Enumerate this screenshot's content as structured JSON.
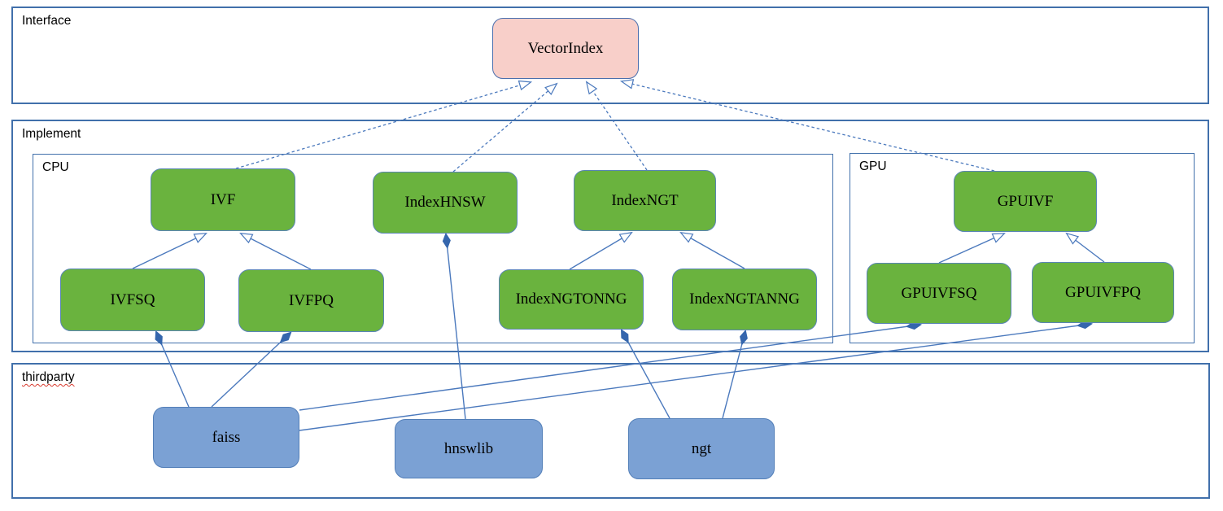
{
  "diagram": {
    "containers": {
      "interface": {
        "label": "Interface"
      },
      "implement": {
        "label": "Implement"
      },
      "cpu": {
        "label": "CPU"
      },
      "gpu": {
        "label": "GPU"
      },
      "thirdparty": {
        "label": "thirdparty"
      }
    },
    "nodes": {
      "vectorindex": {
        "label": "VectorIndex",
        "kind": "interface"
      },
      "ivf": {
        "label": "IVF",
        "kind": "class"
      },
      "indexhnsw": {
        "label": "IndexHNSW",
        "kind": "class"
      },
      "indexngt": {
        "label": "IndexNGT",
        "kind": "class"
      },
      "ivfsq": {
        "label": "IVFSQ",
        "kind": "class"
      },
      "ivfpq": {
        "label": "IVFPQ",
        "kind": "class"
      },
      "indexngtonng": {
        "label": "IndexNGTONNG",
        "kind": "class"
      },
      "indexngtanng": {
        "label": "IndexNGTANNG",
        "kind": "class"
      },
      "gpuivf": {
        "label": "GPUIVF",
        "kind": "class"
      },
      "gpuivfsq": {
        "label": "GPUIVFSQ",
        "kind": "class"
      },
      "gpuivfpq": {
        "label": "GPUIVFPQ",
        "kind": "class"
      },
      "faiss": {
        "label": "faiss",
        "kind": "thirdparty"
      },
      "hnswlib": {
        "label": "hnswlib",
        "kind": "thirdparty"
      },
      "ngt": {
        "label": "ngt",
        "kind": "thirdparty"
      }
    },
    "edges": [
      {
        "from": "IVF",
        "to": "VectorIndex",
        "type": "realization"
      },
      {
        "from": "IndexHNSW",
        "to": "VectorIndex",
        "type": "realization"
      },
      {
        "from": "IndexNGT",
        "to": "VectorIndex",
        "type": "realization"
      },
      {
        "from": "GPUIVF",
        "to": "VectorIndex",
        "type": "realization"
      },
      {
        "from": "IVFSQ",
        "to": "IVF",
        "type": "inheritance"
      },
      {
        "from": "IVFPQ",
        "to": "IVF",
        "type": "inheritance"
      },
      {
        "from": "IndexNGTONNG",
        "to": "IndexNGT",
        "type": "inheritance"
      },
      {
        "from": "IndexNGTANNG",
        "to": "IndexNGT",
        "type": "inheritance"
      },
      {
        "from": "GPUIVFSQ",
        "to": "GPUIVF",
        "type": "inheritance"
      },
      {
        "from": "GPUIVFPQ",
        "to": "GPUIVF",
        "type": "inheritance"
      },
      {
        "from": "faiss",
        "to": "IVFSQ",
        "type": "composition"
      },
      {
        "from": "faiss",
        "to": "IVFPQ",
        "type": "composition"
      },
      {
        "from": "faiss",
        "to": "GPUIVFSQ",
        "type": "composition"
      },
      {
        "from": "faiss",
        "to": "GPUIVFPQ",
        "type": "composition"
      },
      {
        "from": "hnswlib",
        "to": "IndexHNSW",
        "type": "composition"
      },
      {
        "from": "ngt",
        "to": "IndexNGTONNG",
        "type": "composition"
      },
      {
        "from": "ngt",
        "to": "IndexNGTANNG",
        "type": "composition"
      }
    ],
    "colors": {
      "edge": "#4b79bd",
      "edge_dark": "#3566ad",
      "container_border": "#4170ab",
      "class_fill": "#6ab33e",
      "interface_fill": "#f8cfc9",
      "thirdparty_fill": "#7ba1d4",
      "squiggle": "#d83a2e"
    }
  }
}
